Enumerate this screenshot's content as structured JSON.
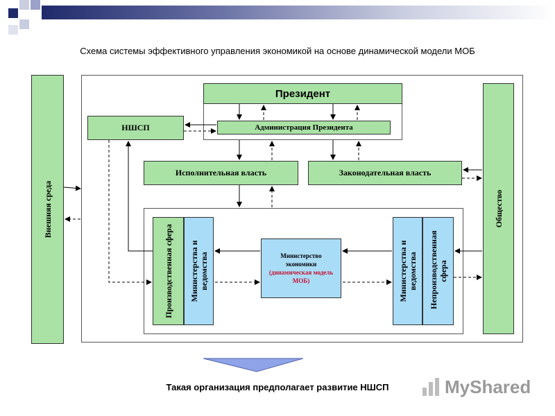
{
  "title": "Схема системы эффективного управления экономикой на основе динамической модели МОБ",
  "footer": "Такая организация предполагает развитие НШСП",
  "nodes": {
    "president": "Президент",
    "nshsp": "НШСП",
    "administration": "Администрация Президента",
    "executive": "Исполнительная власть",
    "legislative": "Законодательная власть",
    "external": "Внешняя среда",
    "society": "Общество",
    "production": "Производственная сфера",
    "ministries_left": "Министерства и ведомства",
    "ministry_economy_line1": "Министерство",
    "ministry_economy_line2": "экономики",
    "ministry_economy_line3": "(динамическая модель",
    "ministry_economy_line4": "МОБ)",
    "ministries_right": "Министерства и ведомства",
    "nonproduction": "Непроизводственная сфера"
  },
  "logo": "MyShared",
  "colors": {
    "green": "#a9e2a4",
    "blue": "#a9dcf7",
    "accent_blue": "#8fa3e8",
    "navy": "#1f2a6b"
  }
}
